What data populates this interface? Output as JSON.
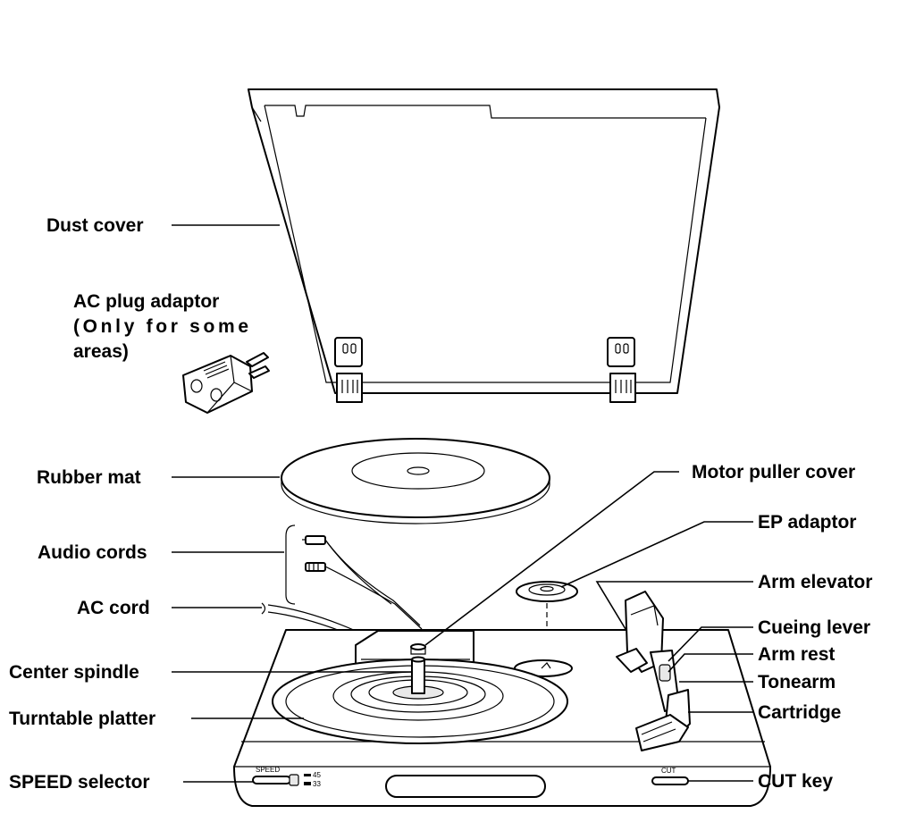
{
  "labels": {
    "dust_cover": "Dust cover",
    "ac_plug_adaptor_1": "AC plug adaptor",
    "ac_plug_adaptor_2": "(Only for some",
    "ac_plug_adaptor_3": "areas)",
    "rubber_mat": "Rubber mat",
    "audio_cords": "Audio cords",
    "ac_cord": "AC cord",
    "center_spindle": "Center spindle",
    "turntable_platter": "Turntable platter",
    "speed_selector": "SPEED selector",
    "motor_puller_cover": "Motor puller cover",
    "ep_adaptor": "EP adaptor",
    "arm_elevator": "Arm elevator",
    "cueing_lever": "Cueing lever",
    "arm_rest": "Arm rest",
    "tonearm": "Tonearm",
    "cartridge": "Cartridge",
    "cut_key": "CUT key"
  },
  "panel": {
    "speed": "SPEED",
    "speed_45": "45",
    "speed_33": "33",
    "cut": "CUT"
  }
}
